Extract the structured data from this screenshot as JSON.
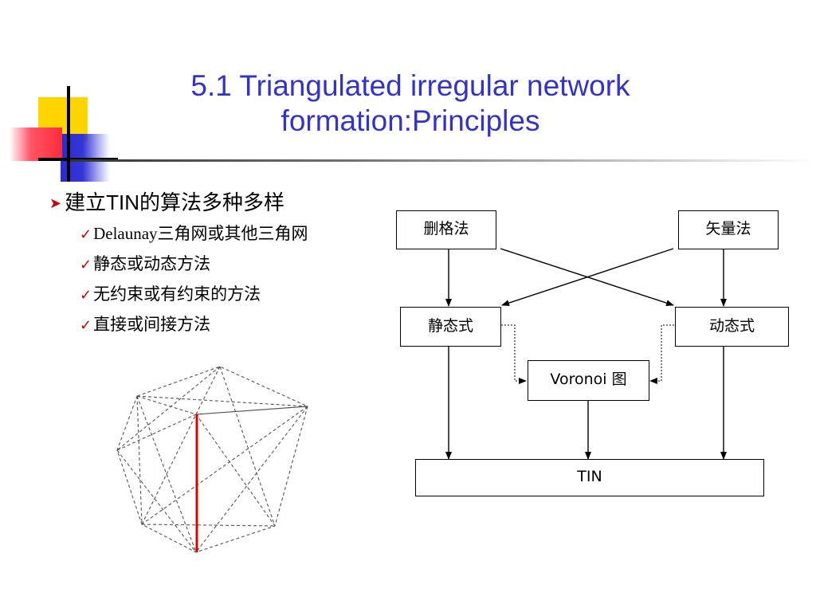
{
  "slide": {
    "title_line1": "5.1  Triangulated irregular network",
    "title_line2": "formation:Principles"
  },
  "bullets": {
    "main_prefix": "建立",
    "main_latin": "TIN",
    "main_suffix": "的算法多种多样",
    "sub": [
      "Delaunay三角网或其他三角网",
      "静态或动态方法",
      "无约束或有约束的方法",
      "直接或间接方法"
    ]
  },
  "flowchart": {
    "boxes": {
      "grid_method": "删格法",
      "vector_method": "矢量法",
      "static": "静态式",
      "dynamic": "动态式",
      "voronoi": "Voronoi 图",
      "tin": "TIN"
    }
  },
  "colors": {
    "title": "#3333cc",
    "bullet_marker": "#cc0000",
    "constraint_edge": "#dd0000"
  },
  "icons": {
    "main_bullet": "right-arrow-icon",
    "sub_bullet": "checkmark-icon"
  }
}
